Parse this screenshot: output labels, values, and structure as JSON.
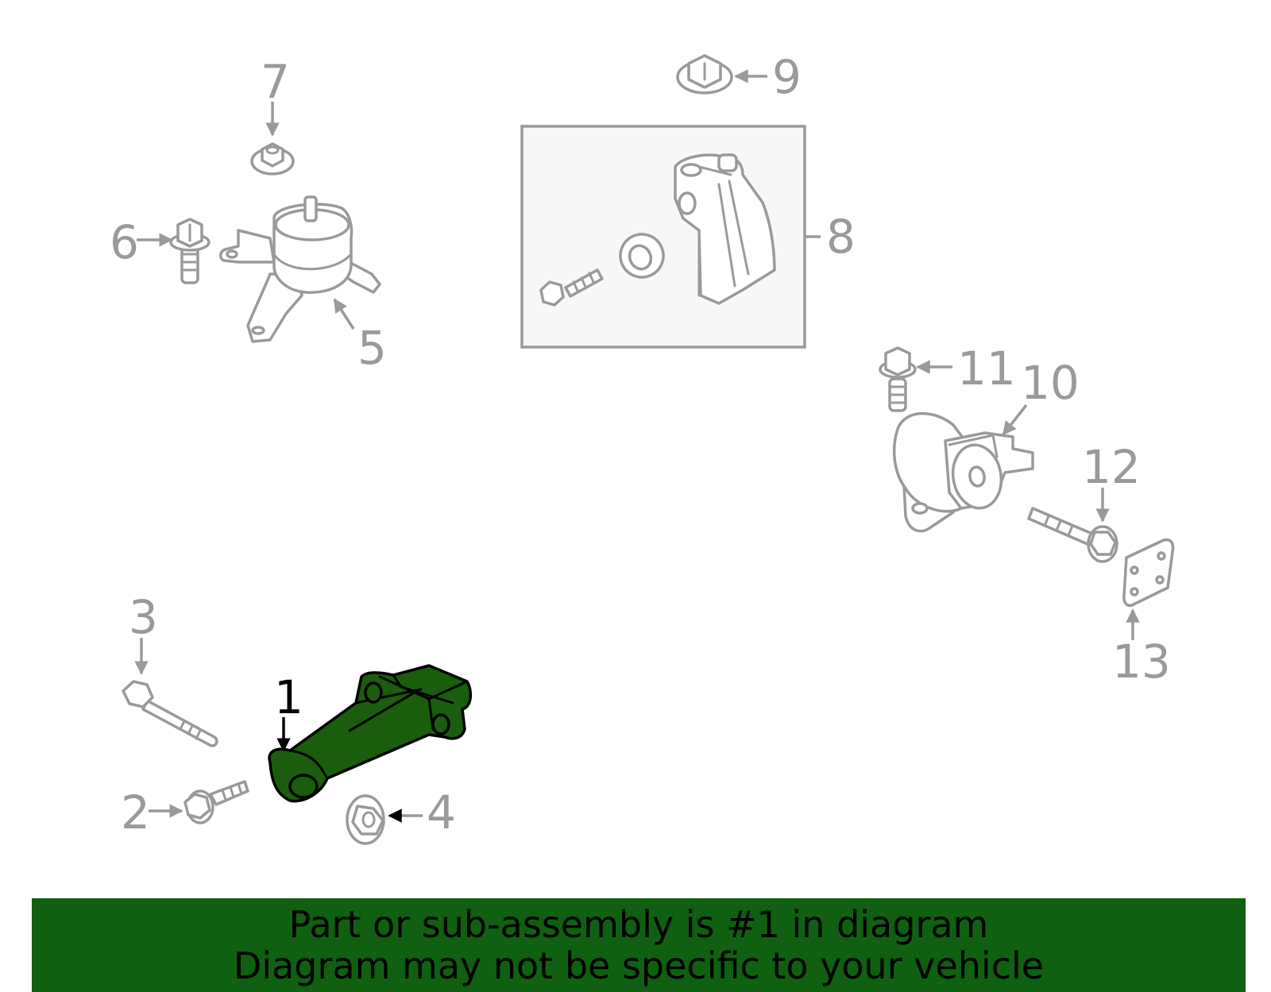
{
  "callouts": {
    "c1": "1",
    "c2": "2",
    "c3": "3",
    "c4": "4",
    "c5": "5",
    "c6": "6",
    "c7": "7",
    "c8": "8",
    "c9": "9",
    "c10": "10",
    "c11": "11",
    "c12": "12",
    "c13": "13"
  },
  "highlighted_callout": "1",
  "colors": {
    "highlight_part": "#1a5d0c",
    "banner_background": "#0f6010",
    "line_art": "#9a9a9a",
    "callout_text": "#9a9a9a",
    "highlight_text": "#000000",
    "kit_box_fill": "#f7f7f7"
  },
  "banner": {
    "line1": "Part or sub-assembly is #1 in diagram",
    "line2": "Diagram may not be specific to your vehicle"
  }
}
